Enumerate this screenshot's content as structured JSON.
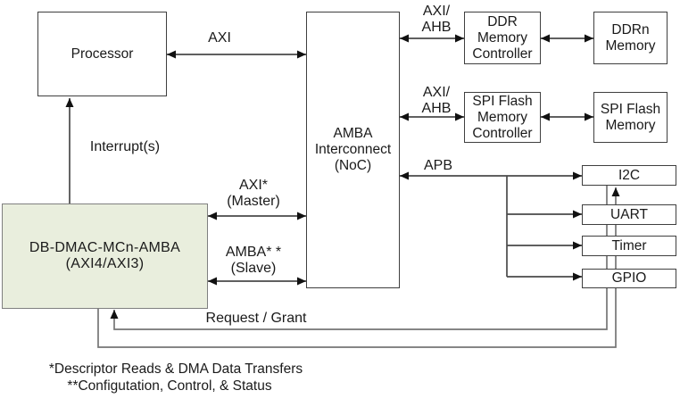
{
  "blocks": {
    "processor": {
      "label": "Processor"
    },
    "amba_interconnect": {
      "label": "AMBA\nInterconnect\n(NoC)"
    },
    "ddr_controller": {
      "label": "DDR\nMemory\nController"
    },
    "ddrn_memory": {
      "label": "DDRn\nMemory"
    },
    "spi_controller": {
      "label": "SPI Flash\nMemory\nController"
    },
    "spi_memory": {
      "label": "SPI Flash\nMemory"
    },
    "i2c": {
      "label": "I2C"
    },
    "uart": {
      "label": "UART"
    },
    "timer": {
      "label": "Timer"
    },
    "gpio": {
      "label": "GPIO"
    },
    "dma": {
      "label": "DB-DMAC-MCn-AMBA\n(AXI4/AXI3)"
    }
  },
  "bus_labels": {
    "axi": "AXI",
    "interrupt": "Interrupt(s)",
    "axi_ahb_ddr": "AXI/\nAHB",
    "axi_ahb_spi": "AXI/\nAHB",
    "apb": "APB",
    "axi_master": "AXI*\n(Master)",
    "amba_slave": "AMBA* *\n(Slave)",
    "request_grant": "Request / Grant"
  },
  "footnotes": {
    "line1": "*Descriptor Reads & DMA Data Transfers",
    "line2": "**Configutation, Control, & Status"
  },
  "colors": {
    "background": "#ffffff",
    "box_fill": "#ffffff",
    "box_border": "#3f3f3f",
    "dma_fill": "#e9eedd",
    "dma_border": "#7f7f7f",
    "wire": "#4a4a4a",
    "request_wire": "#757575",
    "arrowhead": "#111111",
    "text": "#1a1a1a"
  }
}
